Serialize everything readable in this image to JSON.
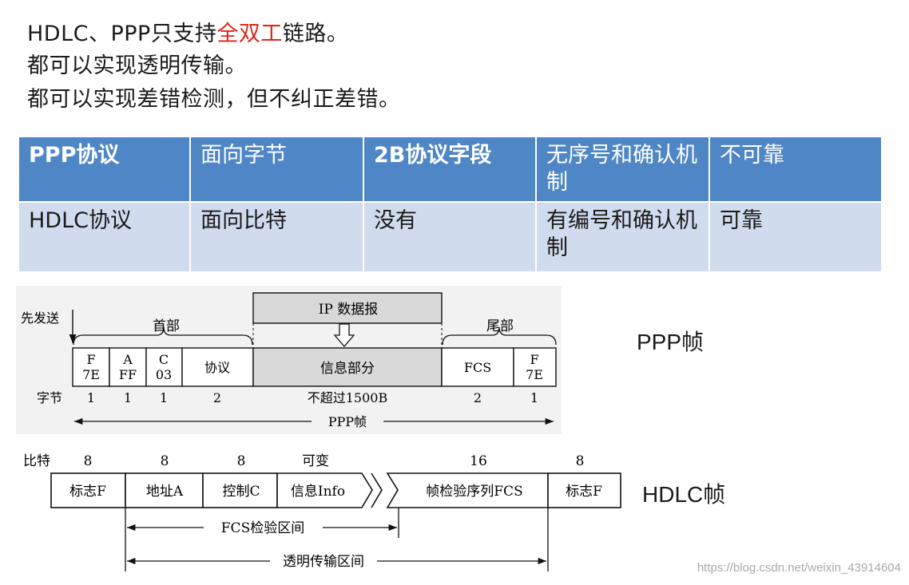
{
  "text_lines": {
    "line1_before": "HDLC、PPP只支持",
    "line1_highlight": "全双工",
    "line1_after": "链路。",
    "line2": "都可以实现透明传输。",
    "line3": "都可以实现差错检测，但不纠正差错。"
  },
  "compare_table": {
    "rows": [
      [
        "PPP协议",
        "面向字节",
        "2B协议字段",
        "无序号和确认机制",
        "不可靠"
      ],
      [
        "HDLC协议",
        "面向比特",
        "没有",
        "有编号和确认机制",
        "可靠"
      ]
    ]
  },
  "ppp_frame": {
    "send_first": "先发送",
    "header": "首部",
    "trailer": "尾部",
    "ip_datagram": "IP 数据报",
    "fields": [
      "F\n7E",
      "A\nFF",
      "C\n03",
      "协议",
      "信息部分",
      "FCS",
      "F\n7E"
    ],
    "bytes_label": "字节",
    "bytes": [
      "1",
      "1",
      "1",
      "2",
      "不超过1500B",
      "2",
      "1"
    ],
    "frame_label": "PPP帧"
  },
  "hdlc_frame": {
    "bits_label": "比特",
    "bits": [
      "8",
      "8",
      "8",
      "可变",
      "16",
      "8"
    ],
    "fields": [
      "标志F",
      "地址A",
      "控制C",
      "信息Info",
      "帧检验序列FCS",
      "标志F"
    ],
    "fcs_range": "FCS检验区间",
    "transparent_range": "透明传输区间"
  },
  "side_labels": {
    "ppp": "PPP帧",
    "hdlc": "HDLC帧"
  },
  "watermark": "https://blog.csdn.net/weixin_43914604",
  "colors": {
    "accent_red": "#e0261c",
    "header_blue": "#4f86c6",
    "row_light": "#d0dcee",
    "gray_fill": "#d9d9d9"
  }
}
